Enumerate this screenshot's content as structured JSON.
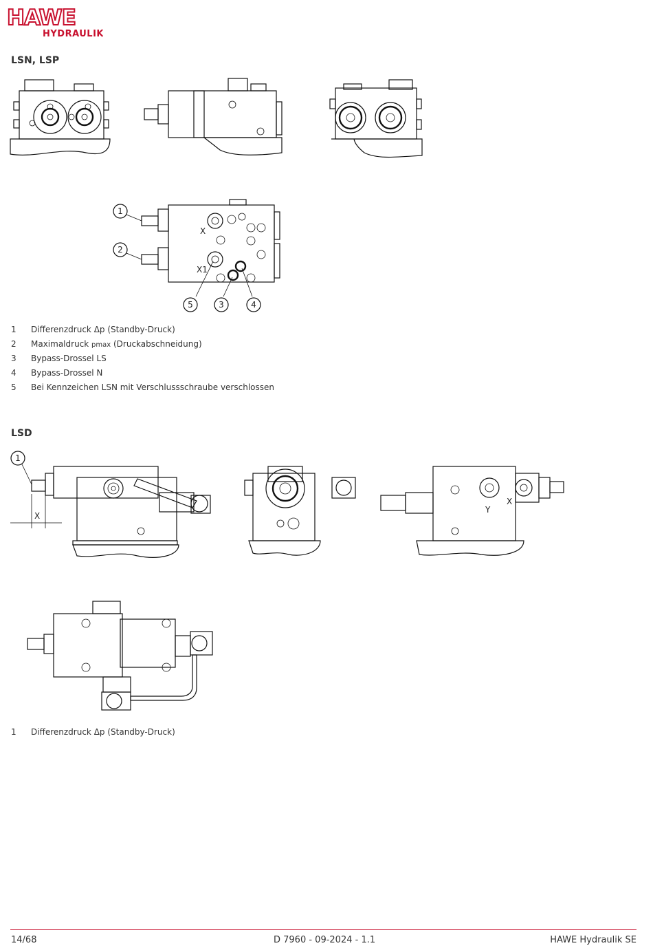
{
  "header": {
    "logo_text": "HAWE",
    "logo_subtext": "HYDRAULIK",
    "brand_color": "#c8102e"
  },
  "sections": {
    "lsn": {
      "title": "LSN, LSP",
      "labels": {
        "x": "X",
        "x1": "X1"
      },
      "callouts": [
        "1",
        "2",
        "5",
        "3",
        "4"
      ],
      "legend": [
        {
          "num": "1",
          "text": "Differenzdruck Δp (Standby-Druck)"
        },
        {
          "num": "2",
          "text": "Maximaldruck ",
          "sub": "pmax",
          "after": " (Druckabschneidung)"
        },
        {
          "num": "3",
          "text": "Bypass-Drossel LS"
        },
        {
          "num": "4",
          "text": "Bypass-Drossel N"
        },
        {
          "num": "5",
          "text": "Bei Kennzeichen LSN mit Verschlussschraube verschlossen"
        }
      ]
    },
    "lsd": {
      "title": "LSD",
      "labels": {
        "x": "X",
        "y": "Y",
        "x_right": "X"
      },
      "callouts": [
        "1"
      ],
      "legend": [
        {
          "num": "1",
          "text": "Differenzdruck Δp (Standby-Druck)"
        }
      ]
    }
  },
  "footer": {
    "page": "14/68",
    "doc": "D 7960 - 09-2024 - 1.1",
    "company": "HAWE Hydraulik SE"
  }
}
